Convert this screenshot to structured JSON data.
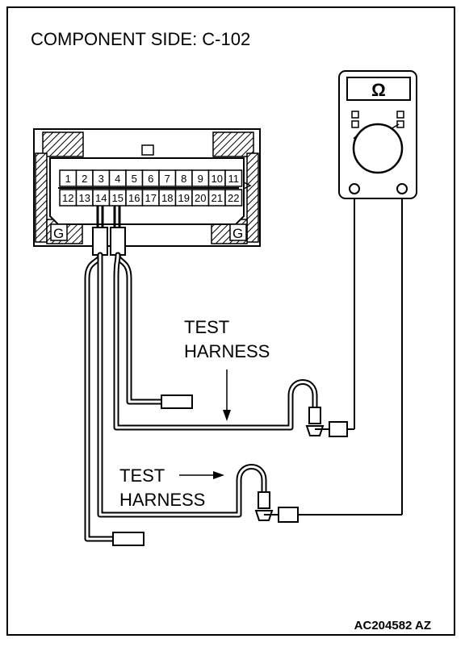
{
  "title": "COMPONENT SIDE: C-102",
  "connector": {
    "row1": [
      "1",
      "2",
      "3",
      "4",
      "5",
      "6",
      "7",
      "8",
      "9",
      "10",
      "11"
    ],
    "row2": [
      "12",
      "13",
      "14",
      "15",
      "16",
      "17",
      "18",
      "19",
      "20",
      "21",
      "22"
    ],
    "ground_left": "G",
    "ground_right": "G"
  },
  "meter": {
    "symbol": "Ω"
  },
  "harness_upper": {
    "line1": "TEST",
    "line2": "HARNESS"
  },
  "harness_lower": {
    "line1": "TEST",
    "line2": "HARNESS"
  },
  "figure_code": "AC204582 AZ",
  "colors": {
    "ink": "#000000",
    "background": "#ffffff"
  }
}
